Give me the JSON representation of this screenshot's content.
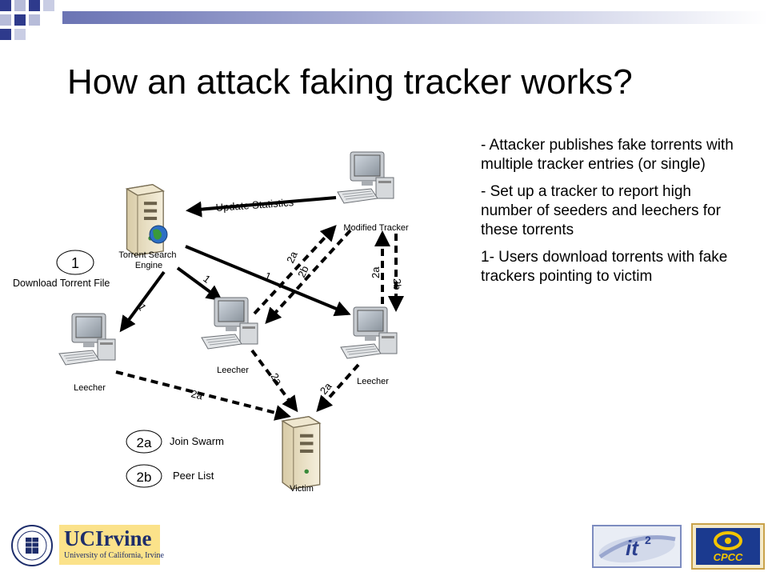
{
  "slide": {
    "title": "How an attack faking tracker works?",
    "bullets": [
      "- Attacker publishes fake torrents with multiple tracker entries (or single)",
      "- Set up a tracker to report high number of seeders and leechers for these torrents",
      "1- Users download torrents with fake trackers pointing to victim"
    ]
  },
  "diagram": {
    "nodes": {
      "search_engine": "Torrent Search\nEngine",
      "tracker": "Modified Tracker",
      "leecher_left": "Leecher",
      "leecher_mid": "Leecher",
      "leecher_right": "Leecher",
      "victim": "Victim"
    },
    "edge_labels": {
      "update_statistics": "Update Statistics",
      "step1": "1",
      "step2a": "2a",
      "step2b": "2b"
    },
    "legend": [
      {
        "badge": "1",
        "label": "Download Torrent File"
      },
      {
        "badge": "2a",
        "label": "Join Swarm"
      },
      {
        "badge": "2b",
        "label": "Peer List"
      }
    ]
  },
  "logos": {
    "uci_name": "UCIrvine",
    "uci_sub": "University of California, Irvine",
    "it2": "it",
    "it2_sup": "2",
    "cpcc": "CPCC"
  },
  "colors": {
    "accent": "#6b74b4",
    "uci_blue": "#1d2d6b",
    "uci_gold": "#fbe28a",
    "cpcc_blue": "#1b3a8f",
    "cpcc_yellow": "#f2c400"
  }
}
